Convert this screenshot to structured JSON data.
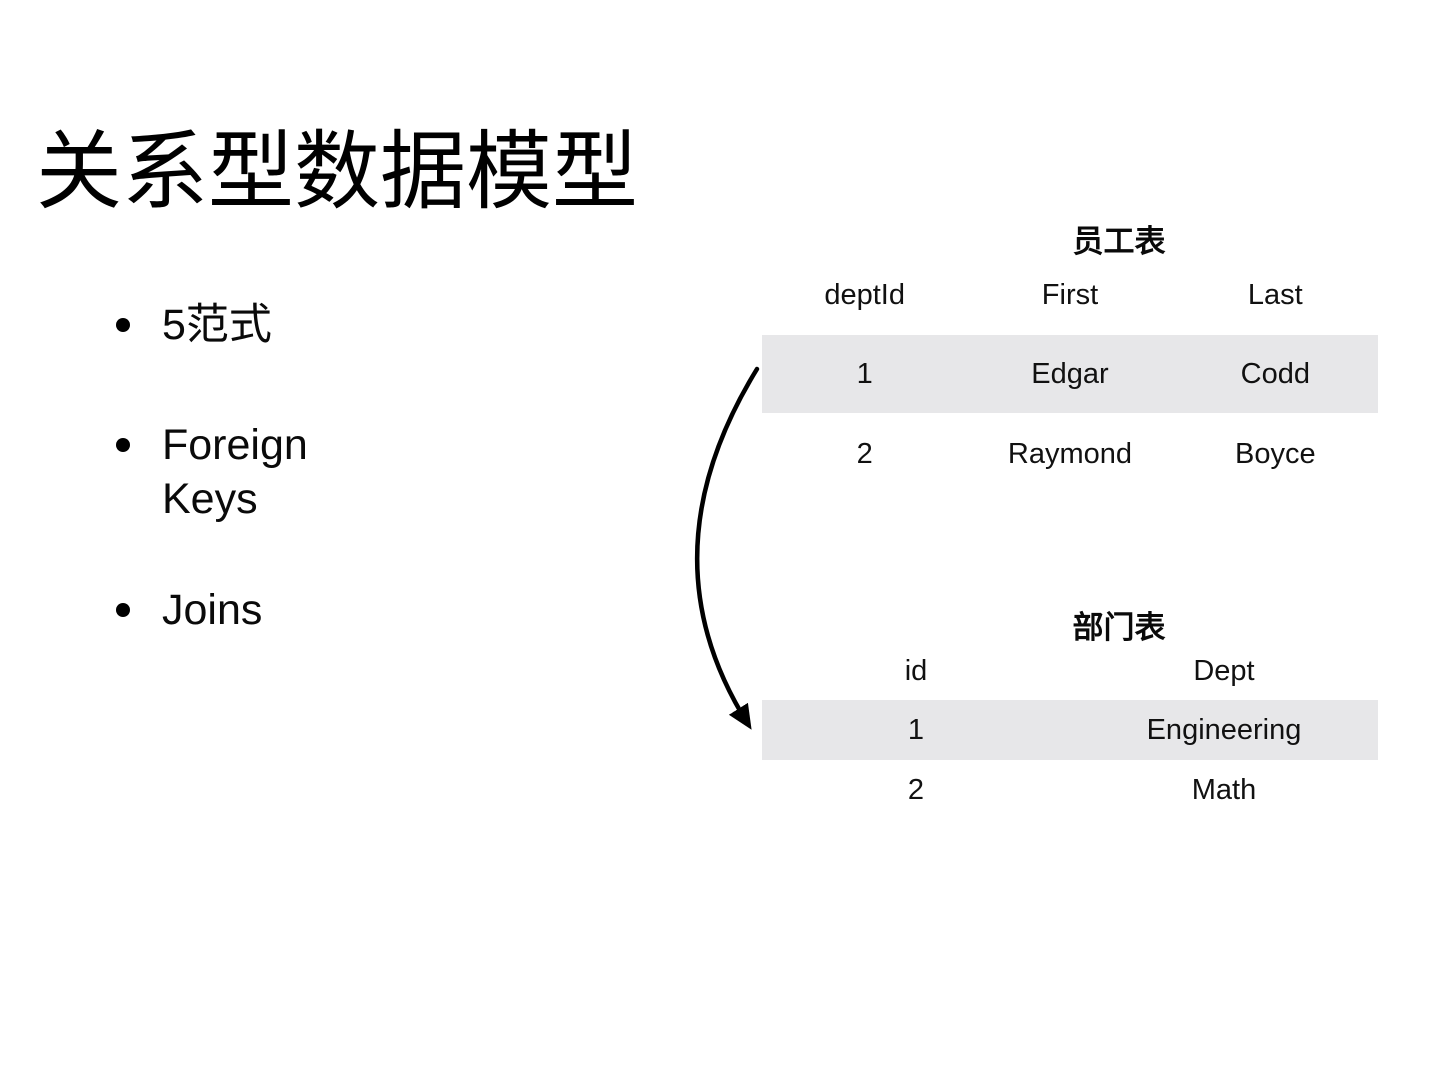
{
  "slide": {
    "title": "关系型数据模型",
    "bullets": [
      {
        "label": "5范式"
      },
      {
        "label": "Foreign Keys"
      },
      {
        "label": "Joins"
      }
    ],
    "tables": {
      "employee": {
        "title": "员工表",
        "columns": [
          "deptId",
          "First",
          "Last"
        ],
        "rows": [
          {
            "cells": [
              "1",
              "Edgar",
              "Codd"
            ],
            "highlighted": true
          },
          {
            "cells": [
              "2",
              "Raymond",
              "Boyce"
            ],
            "highlighted": false
          }
        ]
      },
      "department": {
        "title": "部门表",
        "columns": [
          "id",
          "Dept"
        ],
        "rows": [
          {
            "cells": [
              "1",
              "Engineering"
            ],
            "highlighted": true
          },
          {
            "cells": [
              "2",
              "Math"
            ],
            "highlighted": false
          }
        ]
      }
    },
    "arrow": {
      "links": "employee.deptId row 1 -> department row id 1",
      "color": "#000000"
    },
    "colors": {
      "background": "#ffffff",
      "text": "#000000",
      "row_highlight": "#e7e7e9"
    }
  }
}
